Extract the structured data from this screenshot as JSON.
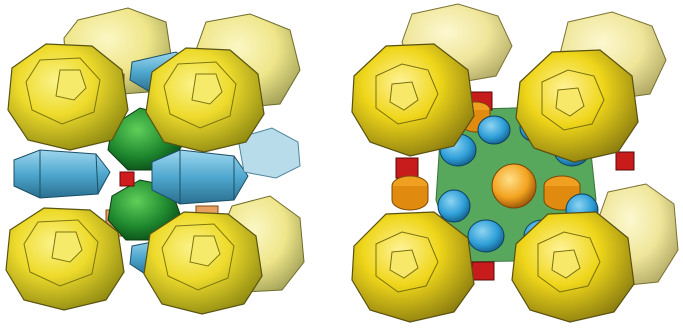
{
  "figure": {
    "panels": [
      {
        "id": "left",
        "cages": [
          {
            "kind": "large-truncated-polyhedron",
            "color": "#e8d21c",
            "count": 8
          },
          {
            "kind": "hexagonal-prism-cage",
            "color": "#5fb3d6",
            "count": 6
          },
          {
            "kind": "central-cage",
            "color": "#1f8a2f",
            "count": 2
          },
          {
            "kind": "small-cube",
            "color": "#d01c1c",
            "count": 1
          },
          {
            "kind": "connector-cage",
            "color": "#e8a060",
            "count": 4
          }
        ]
      },
      {
        "id": "right",
        "cages": [
          {
            "kind": "large-truncated-polyhedron",
            "color": "#eed41a",
            "count": 8
          },
          {
            "kind": "small-cage",
            "color": "#2f9fd8",
            "count": 8
          },
          {
            "kind": "central-sphere",
            "color": "#f2a21e",
            "count": 1
          },
          {
            "kind": "cylinder-cage",
            "color": "#f0a020",
            "count": 4
          },
          {
            "kind": "small-prism",
            "color": "#c81c1c",
            "count": 4
          },
          {
            "kind": "framework-cage",
            "color": "#2e8a3a",
            "count": 1
          }
        ]
      }
    ]
  }
}
